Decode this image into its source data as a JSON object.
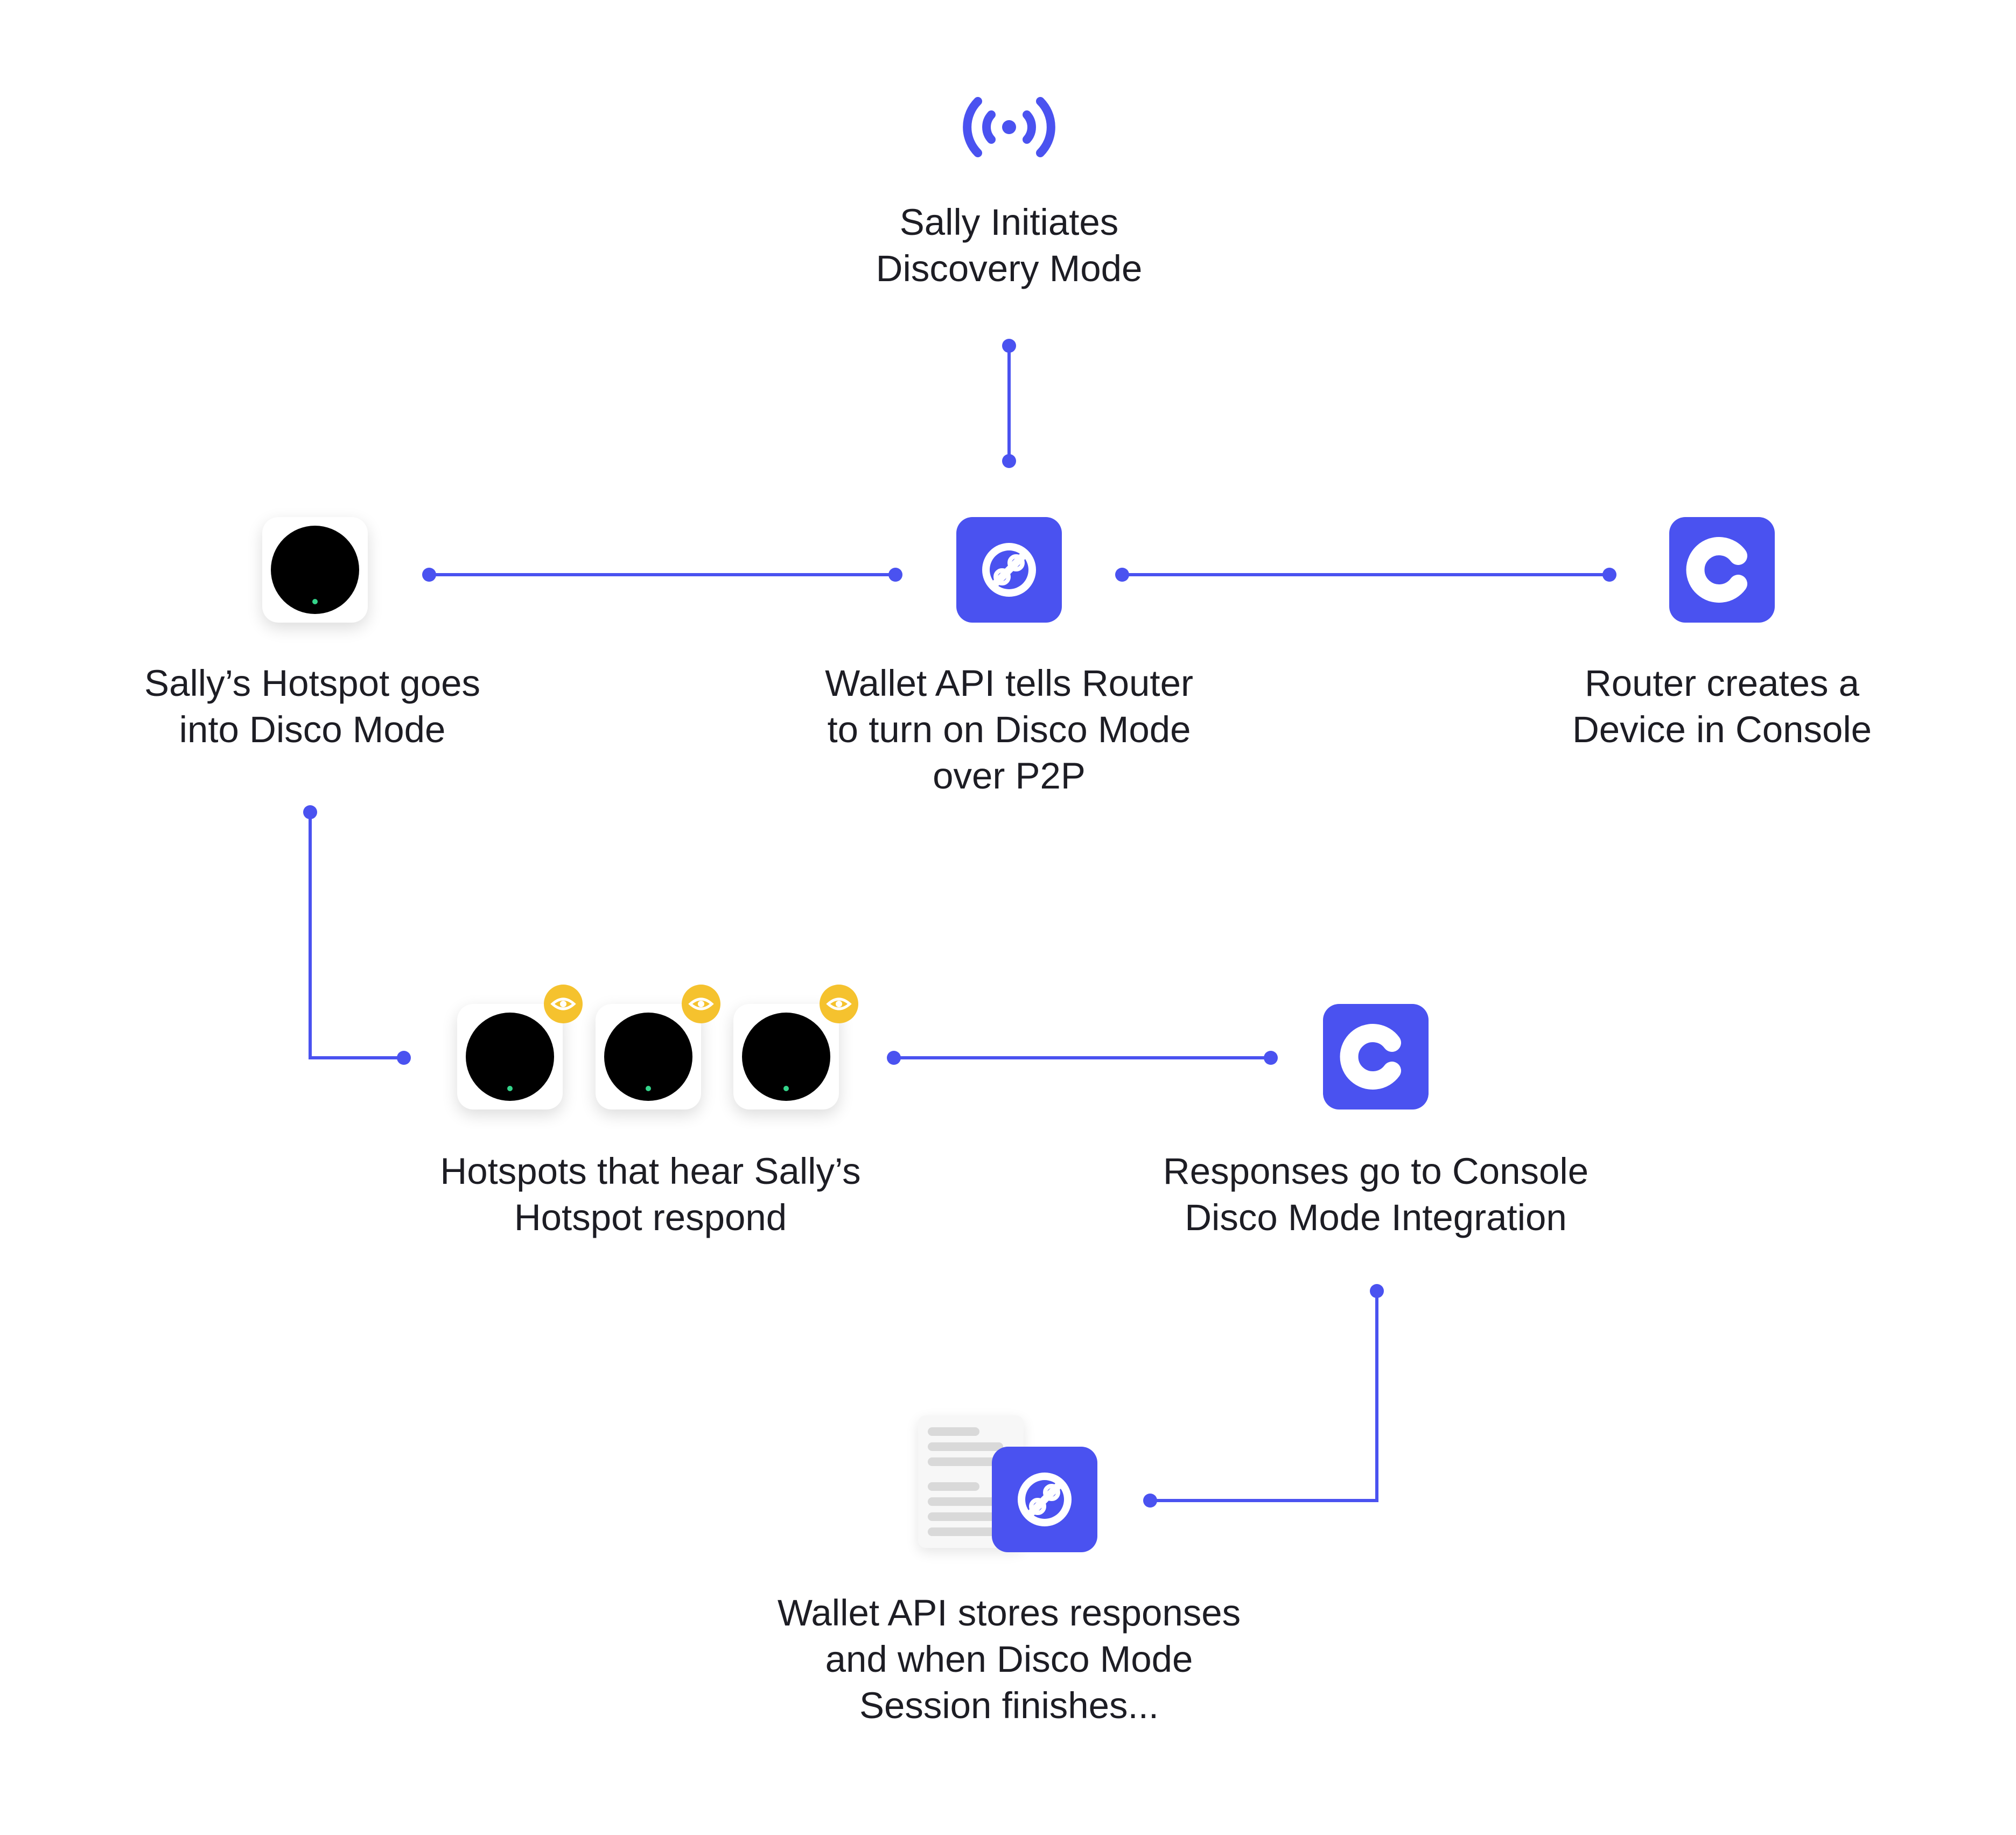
{
  "colors": {
    "accent": "#4a52f0",
    "hotspot_led": "#34d48a",
    "badge": "#f5c22e",
    "text": "#1d1d24"
  },
  "nodes": {
    "initiate": {
      "icon": "broadcast-icon",
      "lines": [
        "Sally Initiates",
        "Discovery Mode"
      ]
    },
    "wallet_router": {
      "icon": "helium-icon",
      "lines": [
        "Wallet API tells Router",
        "to turn on Disco Mode",
        "over P2P"
      ]
    },
    "sally_hotspot": {
      "icon": "hotspot-icon",
      "lines": [
        "Sally’s Hotspot goes",
        "into Disco Mode"
      ]
    },
    "router_console": {
      "icon": "console-icon",
      "lines": [
        "Router creates a",
        "Device in Console"
      ]
    },
    "hotspots_respond": {
      "icon": "hotspot-icon",
      "badge_icon": "eye-icon",
      "lines": [
        "Hotspots that hear Sally’s",
        "Hotspot respond"
      ]
    },
    "console_integration": {
      "icon": "console-icon",
      "lines": [
        "Responses go to Console",
        "Disco Mode Integration"
      ]
    },
    "wallet_store": {
      "icon": "helium-icon",
      "doc_icon": "document-icon",
      "lines": [
        "Wallet API stores responses",
        "and when Disco Mode",
        "Session finishes..."
      ]
    }
  }
}
